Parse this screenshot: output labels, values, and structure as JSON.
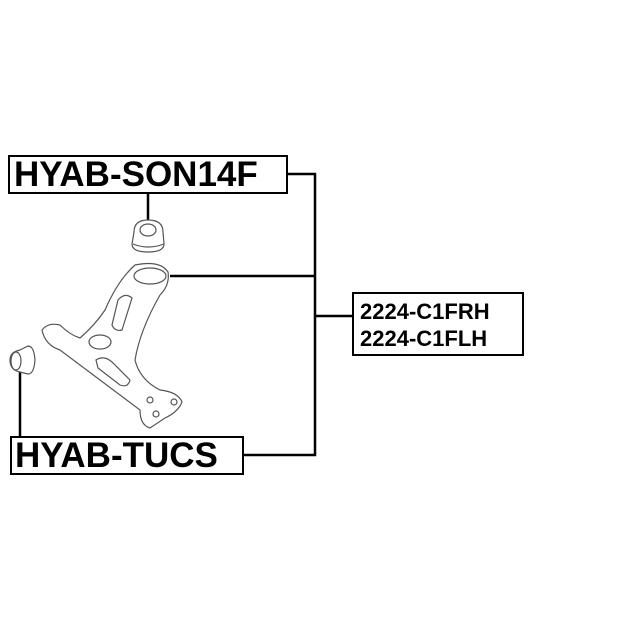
{
  "labels": {
    "bushing_front": "HYAB-SON14F",
    "bushing_rear": "HYAB-TUCS",
    "arm_right": "2224-C1FRH",
    "arm_left": "2224-C1FLH"
  }
}
